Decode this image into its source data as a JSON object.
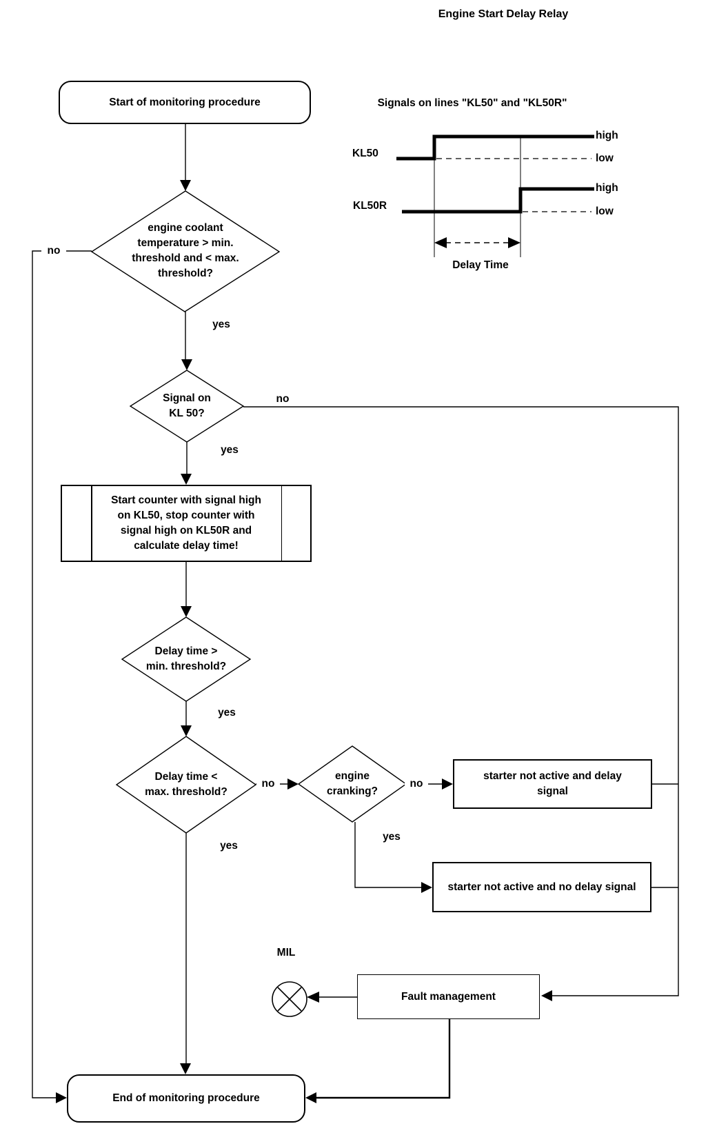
{
  "page": {
    "title": "Engine Start Delay Relay",
    "background_color": "#ffffff",
    "ink_color": "#000000"
  },
  "signal_diagram": {
    "title": "Signals on lines \"KL50\" and \"KL50R\"",
    "kl50": {
      "label": "KL50",
      "high": "high",
      "low": "low"
    },
    "kl50r": {
      "label": "KL50R",
      "high": "high",
      "low": "low"
    },
    "delay_label": "Delay Time"
  },
  "nodes": {
    "start": "Start of monitoring procedure",
    "coolant_check": "engine coolant\ntemperature > min.\nthreshold and < max.\nthreshold?",
    "kl50_check": "Signal on\nKL 50?",
    "counter_process": "Start counter with signal high\non KL50, stop counter with\nsignal high on KL50R and\ncalculate delay time!",
    "delay_min_check": "Delay time >\nmin. threshold?",
    "delay_max_check": "Delay time <\nmax. threshold?",
    "cranking_check": "engine\ncranking?",
    "starter_delay_signal": "starter not active and delay\nsignal",
    "starter_no_delay_signal": "starter not active and no delay signal",
    "fault_management": "Fault management",
    "end": "End of monitoring procedure"
  },
  "labels": {
    "mil": "MIL",
    "coolant_no": "no",
    "coolant_yes": "yes",
    "kl50_no": "no",
    "kl50_yes": "yes",
    "delay_min_yes": "yes",
    "delay_max_no": "no",
    "delay_max_yes": "yes",
    "cranking_no": "no",
    "cranking_yes": "yes"
  }
}
